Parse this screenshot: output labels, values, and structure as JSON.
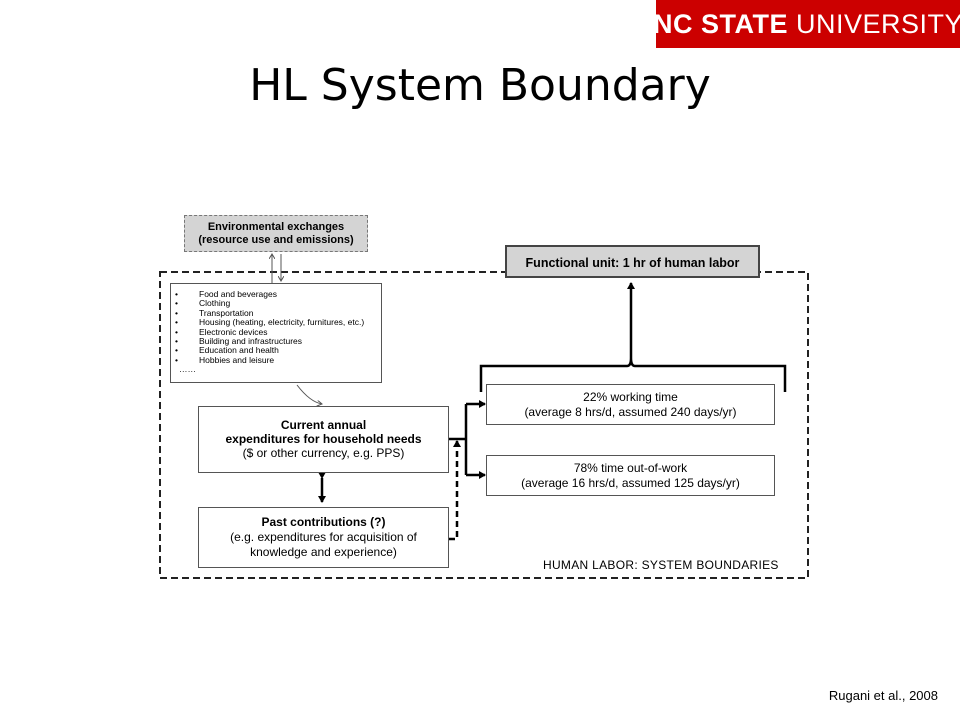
{
  "logo": {
    "bold": "NC STATE",
    "rest": "UNIVERSITY"
  },
  "title": "HL System Boundary",
  "citation": "Rugani et al., 2008",
  "diagram": {
    "env": {
      "line1": "Environmental exchanges",
      "line2": "(resource use and emissions)"
    },
    "functional_unit": "Functional unit: 1 hr of human labor",
    "list_items": [
      "Food and beverages",
      "Clothing",
      "Transportation",
      "Housing (heating, electricity, furnitures, etc.)",
      "Electronic devices",
      "Building and infrastructures",
      "Education and health",
      "Hobbies and leisure"
    ],
    "list_bullet": "•",
    "list_more": "……",
    "current": {
      "line1": "Current annual",
      "line2": "expenditures for household needs",
      "line3": "($ or other currency, e.g. PPS)"
    },
    "past": {
      "line1": "Past contributions (?)",
      "line2": "(e.g. expenditures for acquisition of",
      "line3": "knowledge and experience)"
    },
    "working": {
      "line1": "22% working time",
      "line2": "(average 8 hrs/d, assumed 240 days/yr)"
    },
    "outofwork": {
      "line1": "78% time out-of-work",
      "line2": "(average 16 hrs/d, assumed 125 days/yr)"
    },
    "boundary_label": "HUMAN LABOR: SYSTEM BOUNDARIES"
  }
}
